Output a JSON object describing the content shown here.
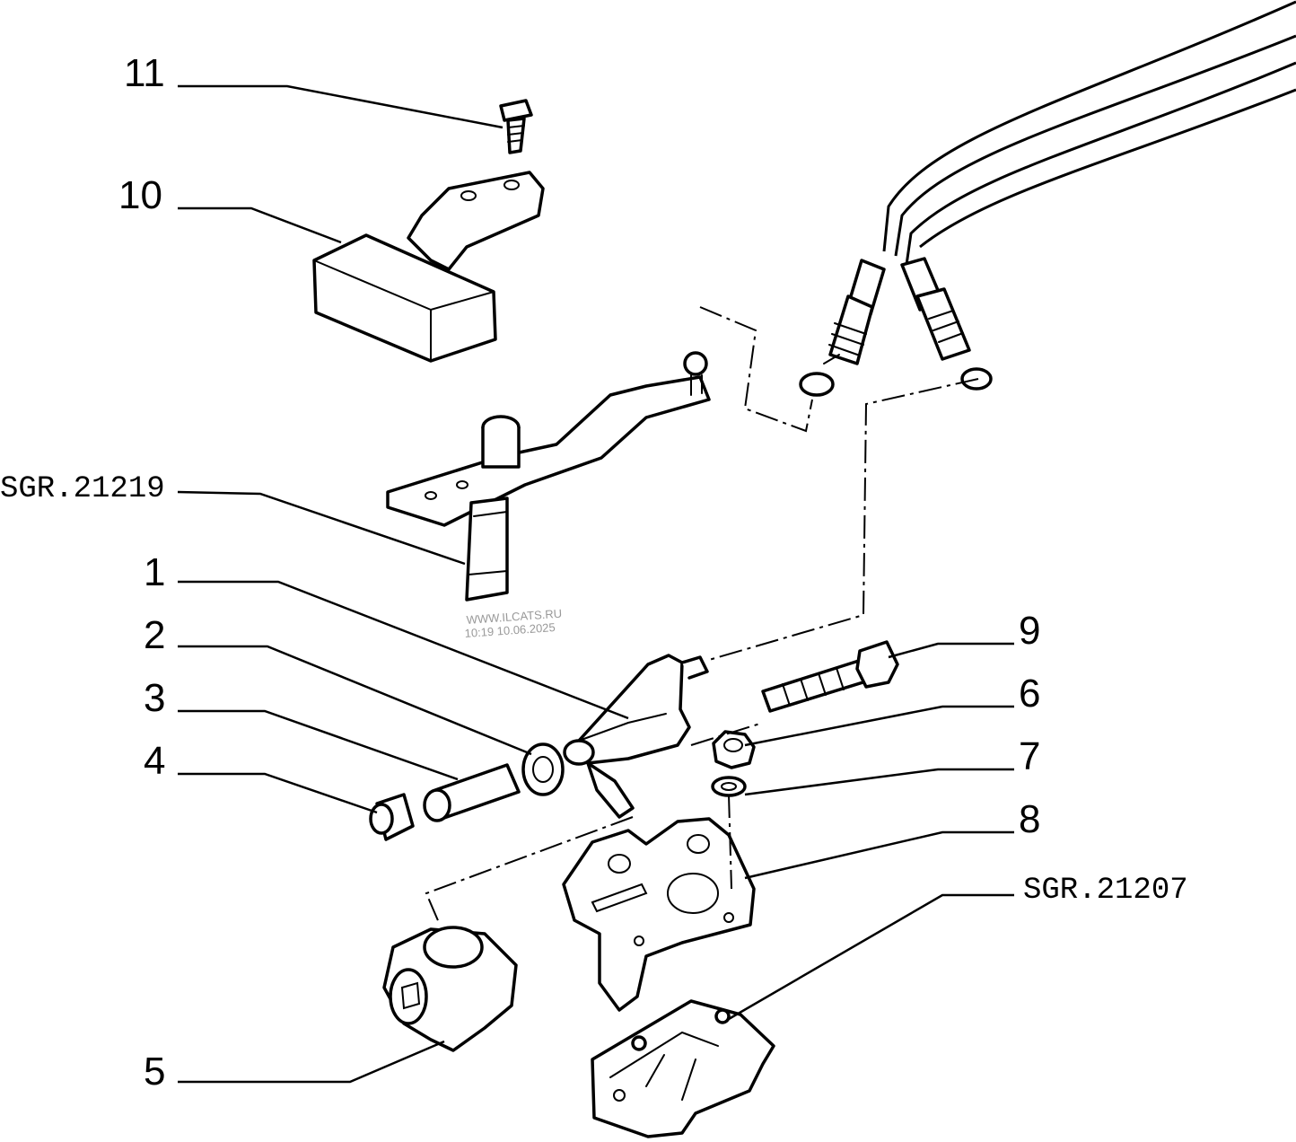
{
  "callouts": [
    {
      "id": "11",
      "label": "11"
    },
    {
      "id": "10",
      "label": "10"
    },
    {
      "id": "sgr-21219",
      "label": "SGR.21219"
    },
    {
      "id": "1",
      "label": "1"
    },
    {
      "id": "2",
      "label": "2"
    },
    {
      "id": "3",
      "label": "3"
    },
    {
      "id": "4",
      "label": "4"
    },
    {
      "id": "5",
      "label": "5"
    },
    {
      "id": "9",
      "label": "9"
    },
    {
      "id": "6",
      "label": "6"
    },
    {
      "id": "7",
      "label": "7"
    },
    {
      "id": "8",
      "label": "8"
    },
    {
      "id": "sgr-21207",
      "label": "SGR.21207"
    }
  ],
  "watermark": {
    "line1": "WWW.ILCATS.RU",
    "line2": "10:19 10.06.2025"
  }
}
